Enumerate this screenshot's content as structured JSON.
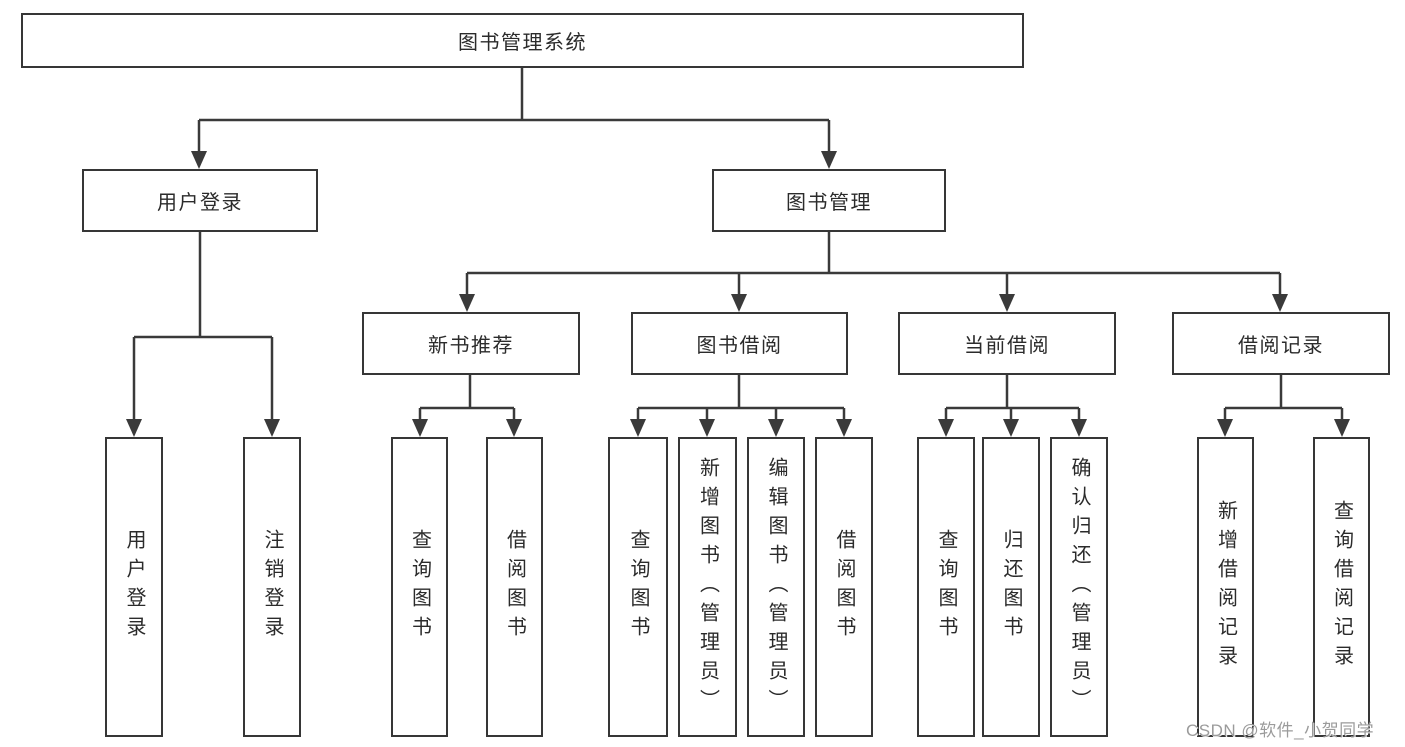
{
  "tree": {
    "root": {
      "label": "图书管理系统",
      "children": [
        {
          "label": "用户登录",
          "children": [
            {
              "label": "用户登录"
            },
            {
              "label": "注销登录"
            }
          ]
        },
        {
          "label": "图书管理",
          "children": [
            {
              "label": "新书推荐",
              "children": [
                {
                  "label": "查询图书"
                },
                {
                  "label": "借阅图书"
                }
              ]
            },
            {
              "label": "图书借阅",
              "children": [
                {
                  "label": "查询图书"
                },
                {
                  "label": "新增图书（管理员）"
                },
                {
                  "label": "编辑图书（管理员）"
                },
                {
                  "label": "借阅图书"
                }
              ]
            },
            {
              "label": "当前借阅",
              "children": [
                {
                  "label": "查询图书"
                },
                {
                  "label": "归还图书"
                },
                {
                  "label": "确认归还（管理员）"
                }
              ]
            },
            {
              "label": "借阅记录",
              "children": [
                {
                  "label": "新增借阅记录"
                },
                {
                  "label": "查询借阅记录"
                }
              ]
            }
          ]
        }
      ]
    }
  },
  "watermark": {
    "text": "CSDN @软件_小贺同学"
  },
  "colors": {
    "line": "#3a3a3a",
    "border": "#363636",
    "text": "#2b2b2b",
    "watermark": "#9b9b9b",
    "background": "#ffffff"
  }
}
